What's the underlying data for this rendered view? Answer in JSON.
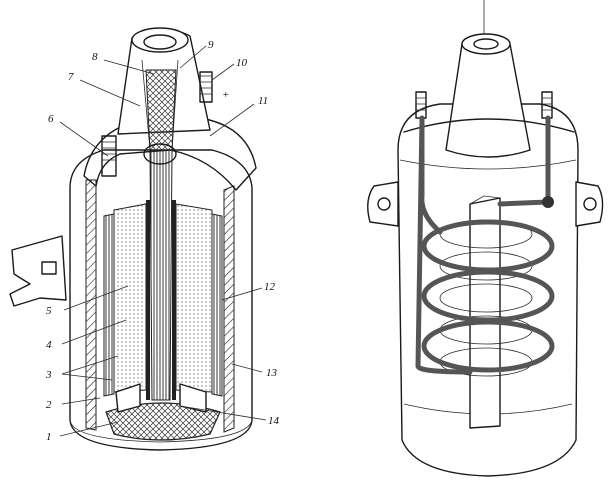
{
  "left_figure": {
    "callouts": [
      "1",
      "2",
      "3",
      "4",
      "5",
      "6",
      "7",
      "8",
      "9",
      "10",
      "11",
      "12",
      "13",
      "14"
    ],
    "terminal_mark": "+"
  },
  "right_figure": {}
}
